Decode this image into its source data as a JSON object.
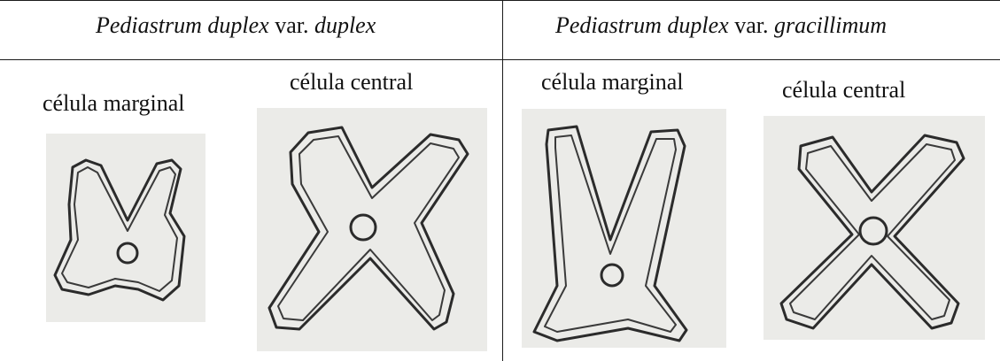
{
  "columns": [
    {
      "header": {
        "genus": "Pediastrum duplex",
        "var_word": "var.",
        "variety": "duplex"
      },
      "marginal_label": "célula marginal",
      "central_label": "célula central"
    },
    {
      "header": {
        "genus": "Pediastrum duplex",
        "var_word": "var.",
        "variety": "gracillimum"
      },
      "marginal_label": "célula marginal",
      "central_label": "célula central"
    }
  ]
}
